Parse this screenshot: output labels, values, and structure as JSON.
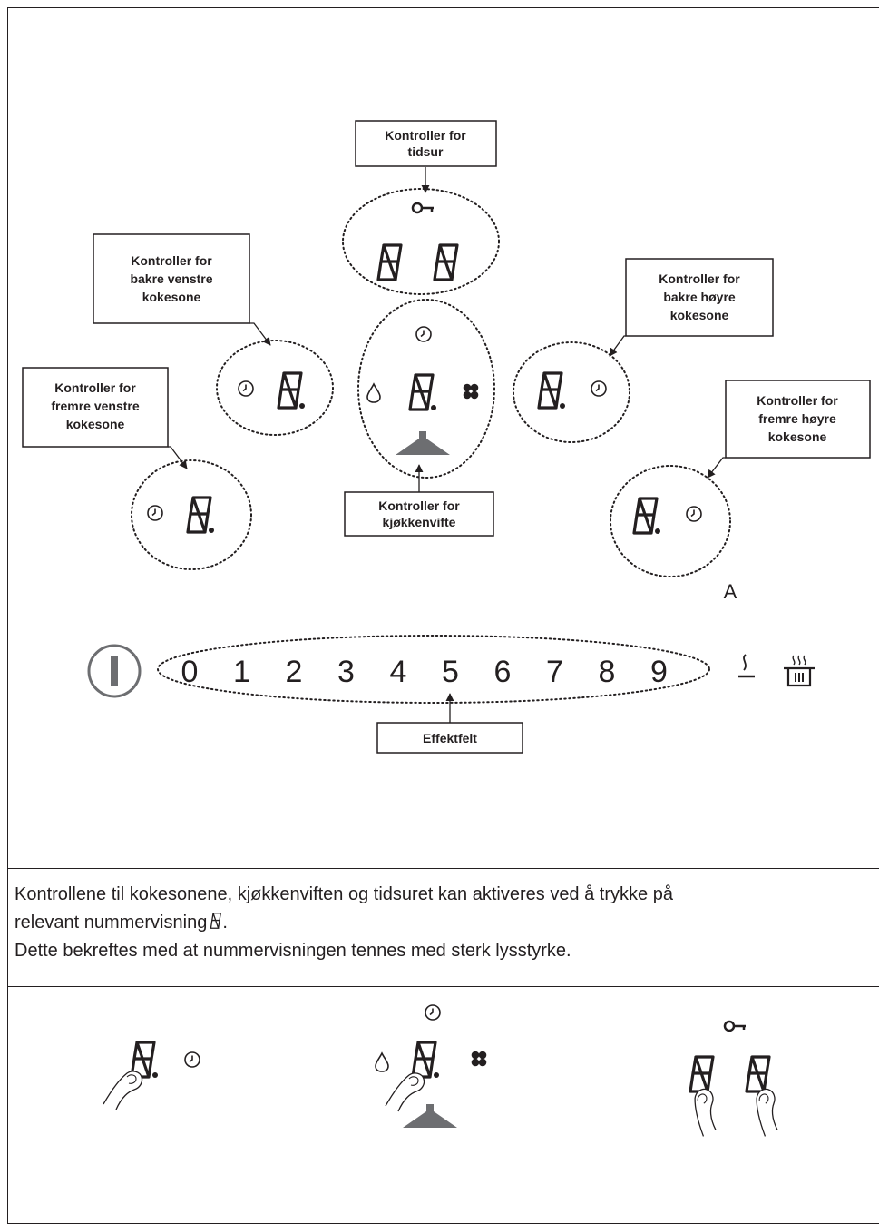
{
  "callouts": {
    "timer": [
      "Kontroller for",
      "tidsur"
    ],
    "rear_left": [
      "Kontroller for",
      "bakre venstre",
      "kokesone"
    ],
    "front_left": [
      "Kontroller for",
      "fremre venstre",
      "kokesone"
    ],
    "rear_right": [
      "Kontroller for",
      "bakre høyre",
      "kokesone"
    ],
    "front_right": [
      "Kontroller for",
      "fremre høyre",
      "kokesone"
    ],
    "hood": [
      "Kontroller for",
      "kjøkkenvifte"
    ],
    "power": [
      "Effektfelt"
    ]
  },
  "power_levels": [
    "0",
    "1",
    "2",
    "3",
    "4",
    "5",
    "6",
    "7",
    "8",
    "9"
  ],
  "letter_a": "A",
  "caption": {
    "line1a": "Kontrollene til kokesonene, kjøkkenviften og tidsuret kan aktiveres ved å trykke på",
    "line1b": "relevant nummervisning",
    "line1c": ".",
    "line2": "Dette bekreftes med at nummervisningen tennes med sterk lysstyrke."
  },
  "icons": [
    "key-icon",
    "clock-icon",
    "drop-icon",
    "fan-icon",
    "hood-icon",
    "power-icon",
    "keep-warm-icon",
    "pot-icon",
    "finger-icon"
  ]
}
